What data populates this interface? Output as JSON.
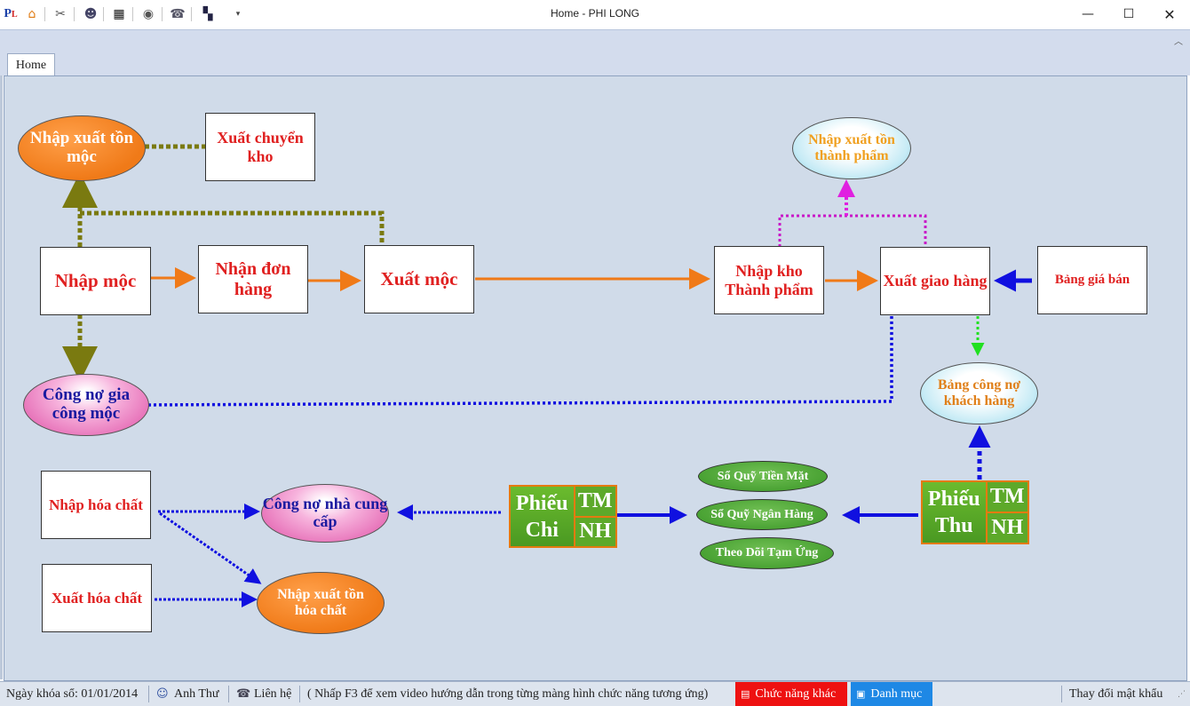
{
  "window": {
    "title": "Home - PHI LONG",
    "minimize_icon": "minimize-icon",
    "maximize_icon": "maximize-icon",
    "close_icon": "close-icon"
  },
  "quick_access": [
    "app-logo-icon",
    "home-icon",
    "tools-icon",
    "users-icon",
    "video-icon",
    "eye-icon",
    "phone-icon",
    "window-icon",
    "dropdown-arrow-icon"
  ],
  "tabs": [
    {
      "label": "Home"
    }
  ],
  "diagram": {
    "nhap_xuat_ton_moc": "Nhập xuất tồn mộc",
    "xuat_chuyen_kho": "Xuất chuyển kho",
    "nhap_moc": "Nhập mộc",
    "nhan_don_hang": "Nhận đơn hàng",
    "xuat_moc": "Xuất mộc",
    "nhap_kho_thanh_pham": "Nhập kho Thành phẩm",
    "xuat_giao_hang": "Xuất giao hàng",
    "bang_gia_ban": "Bảng giá bán",
    "nhap_xuat_ton_thanh_pham": "Nhập xuất tồn thành phẩm",
    "cong_no_gia_cong_moc": "Công nợ gia công mộc",
    "bang_cong_no_khach_hang": "Bảng công nợ khách hàng",
    "nhap_hoa_chat": "Nhập hóa chất",
    "xuat_hoa_chat": "Xuất hóa chất",
    "cong_no_nha_cung_cap": "Công nợ nhà cung cấp",
    "nhap_xuat_ton_hoa_chat": "Nhập xuất tồn hóa chất",
    "phieu_chi": {
      "line1": "Phiếu",
      "line2": "Chi",
      "tm": "TM",
      "nh": "NH"
    },
    "phieu_thu": {
      "line1": "Phiếu",
      "line2": "Thu",
      "tm": "TM",
      "nh": "NH"
    },
    "so_quy_tien_mat": "Sổ Quỹ Tiền Mặt",
    "so_quy_ngan_hang": "Sổ Quỹ Ngân Hàng",
    "theo_doi_tam_ung": "Theo Dõi Tạm Ứng"
  },
  "colors": {
    "orange_arrow": "#f07a18",
    "olive": "#7a7a10",
    "blue": "#1010e0",
    "magenta": "#e020e0",
    "green_arrow": "#20e020",
    "red_text": "#e02020"
  },
  "statusbar": {
    "lock_date": "Ngày khóa sổ: 01/01/2014",
    "user": "Anh Thư",
    "contact": "Liên hệ",
    "hint": "( Nhấp F3 để xem video hướng dẫn trong từng màng hình chức năng tương ứng)",
    "other_functions": "Chức năng khác",
    "catalog": "Danh mục",
    "change_password": "Thay đổi mật khẩu",
    "user_icon": "user-icon",
    "contact_icon": "phone-icon"
  }
}
